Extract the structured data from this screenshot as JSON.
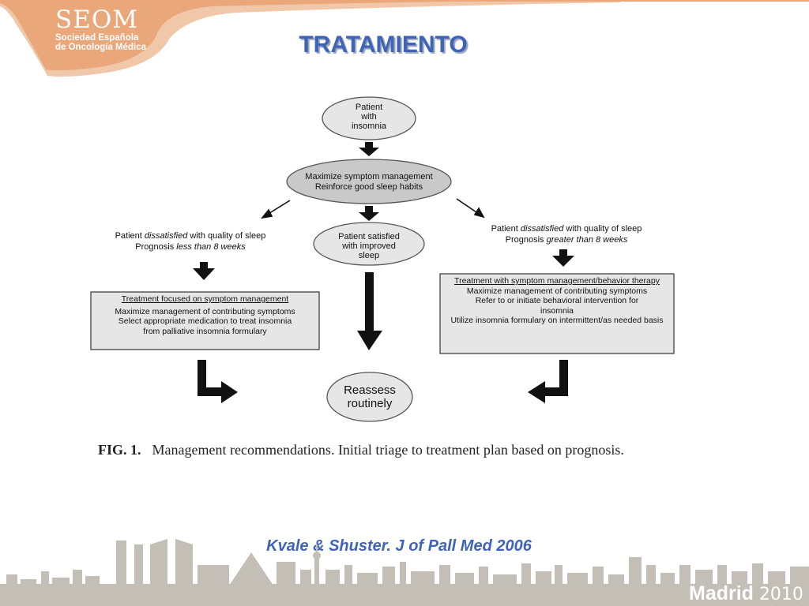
{
  "logo": {
    "title": "SEOM",
    "line1": "Sociedad Española",
    "line2": "de Oncología Médica"
  },
  "slide_title": "TRATAMIENTO",
  "flowchart": {
    "start": "Patient\nwith\ninsomnia",
    "step1": "Maximize symptom management\nReinforce good sleep habits",
    "satisfied": "Patient satisfied\nwith improved\nsleep",
    "left_condition": {
      "line1_pre": "Patient ",
      "line1_em": "dissatisfied",
      "line1_post": " with quality of sleep",
      "line2_pre": "Prognosis ",
      "line2_em": "less than 8 weeks"
    },
    "right_condition": {
      "line1_pre": "Patient ",
      "line1_em": "dissatisfied",
      "line1_post": " with quality of sleep",
      "line2_pre": "Prognosis ",
      "line2_em": "greater than 8 weeks"
    },
    "left_box": {
      "heading": "Treatment focused on symptom management",
      "items": [
        "Maximize management of contributing symptoms",
        "Select appropriate medication to treat insomnia",
        "from palliative insomnia formulary"
      ]
    },
    "right_box": {
      "heading": "Treatment with symptom management/behavior therapy",
      "items": [
        "Maximize management of contributing symptoms",
        "Refer to or initiate behavioral intervention for insomnia",
        "Utilize insomnia formulary on intermittent/as needed basis"
      ]
    },
    "end": "Reassess\nroutinely"
  },
  "figure_caption": {
    "label": "FIG. 1.",
    "text": "Management recommendations. Initial triage to treatment plan based on prognosis."
  },
  "citation": "Kvale & Shuster. J of Pall Med 2006",
  "footer": {
    "city": "Madrid",
    "year": "2010"
  },
  "colors": {
    "brand_orange": "#e9a77a",
    "title_blue": "#3f63b8",
    "skyline_gray": "#c3beb6",
    "node_fill": "#e6e6e6"
  }
}
